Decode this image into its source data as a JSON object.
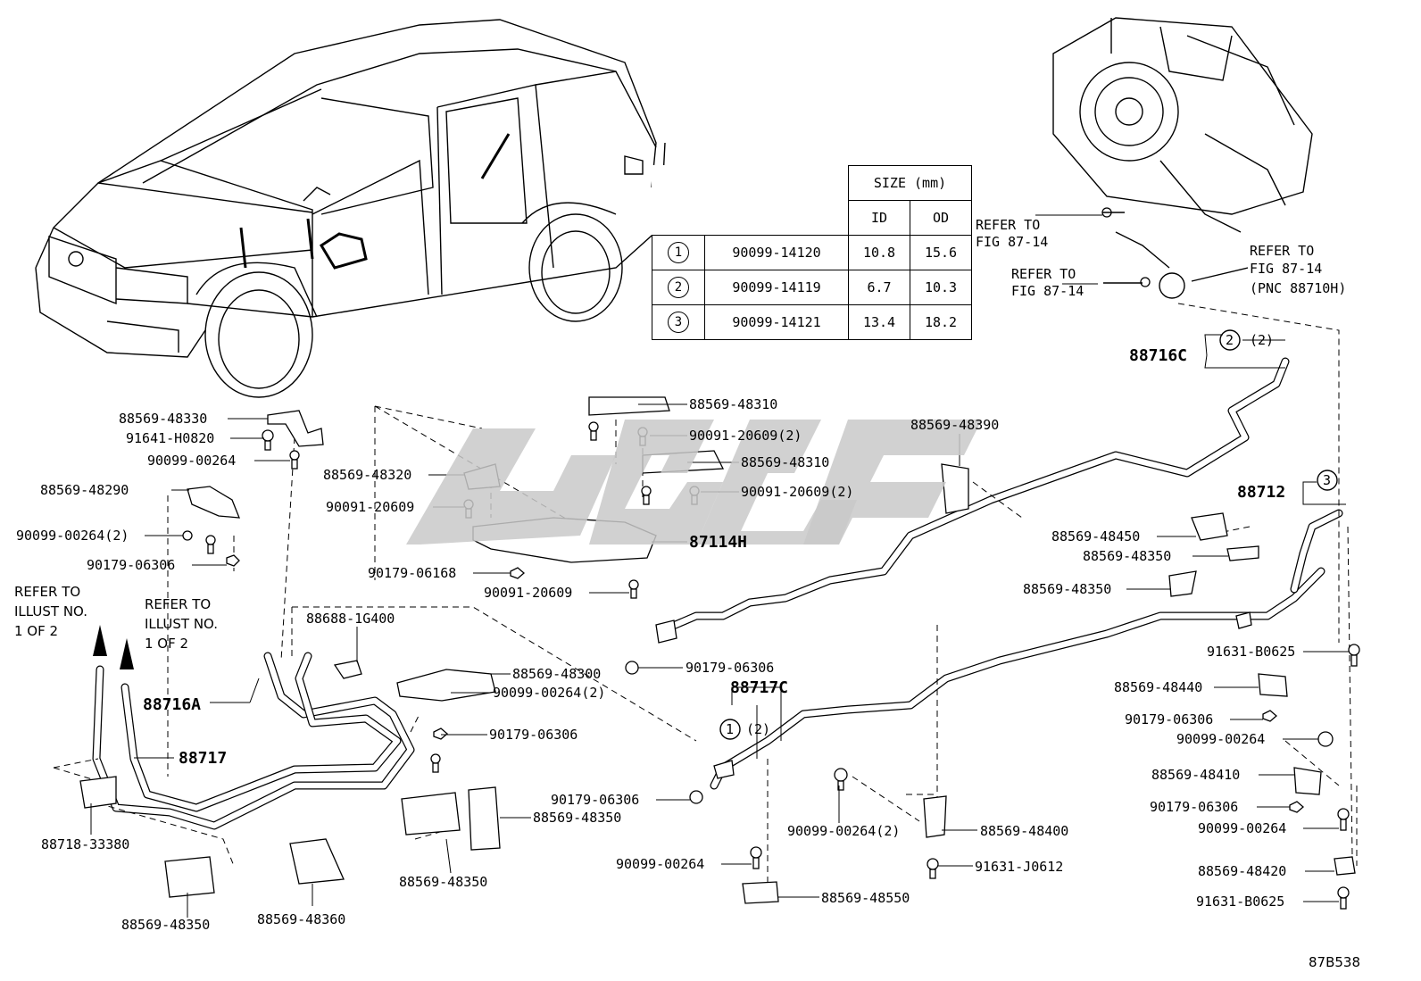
{
  "diagram_id": "87B538",
  "size_table": {
    "header": "SIZE (mm)",
    "col_id": "ID",
    "col_od": "OD",
    "rows": [
      {
        "mark": "1",
        "part": "90099-14120",
        "id": "10.8",
        "od": "15.6"
      },
      {
        "mark": "2",
        "part": "90099-14119",
        "id": "6.7",
        "od": "10.3"
      },
      {
        "mark": "3",
        "part": "90099-14121",
        "id": "13.4",
        "od": "18.2"
      }
    ]
  },
  "refer": {
    "refer_a_1": "REFER TO",
    "refer_a_2": "FIG 87-14",
    "refer_b_1": "REFER TO",
    "refer_b_2": "FIG 87-14",
    "refer_c_1": "REFER TO",
    "refer_c_2": "FIG 87-14",
    "refer_c_3": "(PNC 88710H)",
    "illust_left_1": "REFER TO",
    "illust_left_2": "ILLUST NO.",
    "illust_left_3": "1 OF 2",
    "illust_right_1": "REFER TO",
    "illust_right_2": "ILLUST NO.",
    "illust_right_3": "1 OF 2"
  },
  "labels": {
    "p88716C": "88716C",
    "p88712": "88712",
    "p88716A": "88716A",
    "p88717": "88717",
    "p88717C": "88717C",
    "p87114H": "87114H",
    "qty2a": "(2)",
    "qty2b": "(2)",
    "mark2": "2",
    "mark3": "3",
    "mark1": "1",
    "l_48330": "88569-48330",
    "l_H0820": "91641-H0820",
    "l_00264a": "90099-00264",
    "l_48290": "88569-48290",
    "l_00264b": "90099-00264(2)",
    "l_06306a": "90179-06306",
    "l_48310a": "88569-48310",
    "l_20609a": "90091-20609(2)",
    "l_48320": "88569-48320",
    "l_48310b": "88569-48310",
    "l_20609b": "90091-20609",
    "l_20609c": "90091-20609(2)",
    "l_06168": "90179-06168",
    "l_20609d": "90091-20609",
    "l_48390": "88569-48390",
    "l_48450": "88569-48450",
    "l_48350a": "88569-48350",
    "l_48350b": "88569-48350",
    "l_1G400": "88688-1G400",
    "l_06306b": "90179-06306",
    "l_48300": "88569-48300",
    "l_00264c": "90099-00264(2)",
    "l_06306c": "90179-06306",
    "l_B0625a": "91631-B0625",
    "l_48440": "88569-48440",
    "l_06306d": "90179-06306",
    "l_00264d": "90099-00264",
    "l_48410": "88569-48410",
    "l_06306e": "90179-06306",
    "l_00264e": "90099-00264",
    "l_48420": "88569-48420",
    "l_B0625b": "91631-B0625",
    "l_06306f": "90179-06306",
    "l_48350c": "88569-48350",
    "l_33380": "88718-33380",
    "l_48350d": "88569-48350",
    "l_48360": "88569-48360",
    "l_48350e": "88569-48350",
    "l_00264f": "90099-00264(2)",
    "l_48400": "88569-48400",
    "l_J0612": "91631-J0612",
    "l_00264g": "90099-00264",
    "l_48550": "88569-48550"
  }
}
